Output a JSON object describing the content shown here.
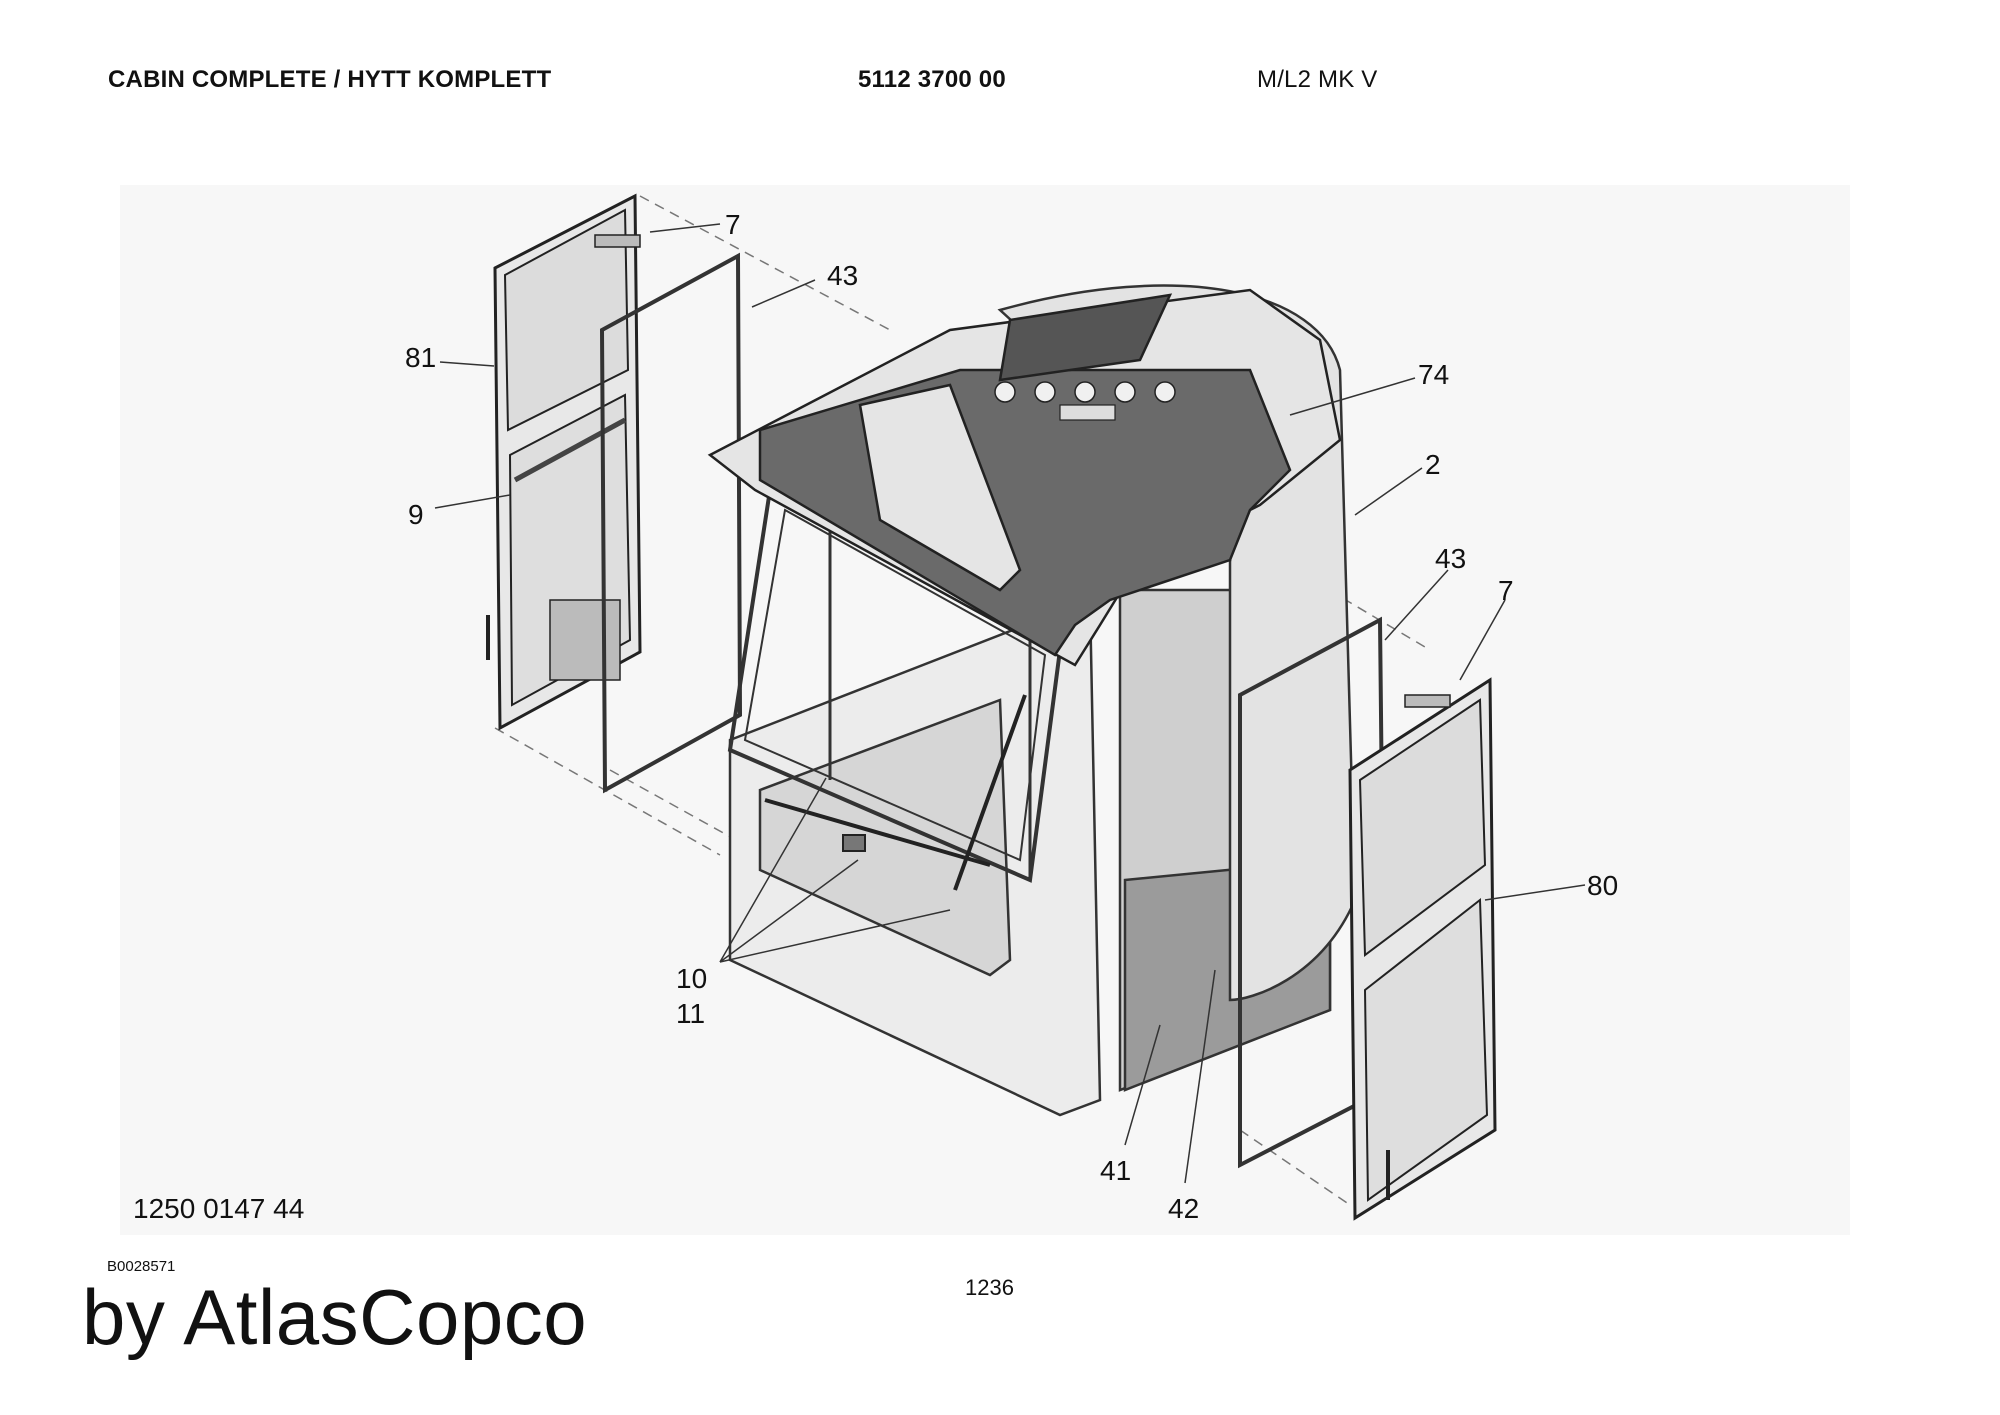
{
  "header": {
    "title": "CABIN COMPLETE / HYTT KOMPLETT",
    "part_number": "5112 3700 00",
    "model": "M/L2 MK V"
  },
  "callouts": [
    "7",
    "43",
    "81",
    "9",
    "74",
    "2",
    "43",
    "7",
    "80",
    "10",
    "11",
    "41",
    "42"
  ],
  "reference_number": "1250 0147 44",
  "drawing_id": "B0028571",
  "page_number": "1236",
  "brand": "by AtlasCopco"
}
